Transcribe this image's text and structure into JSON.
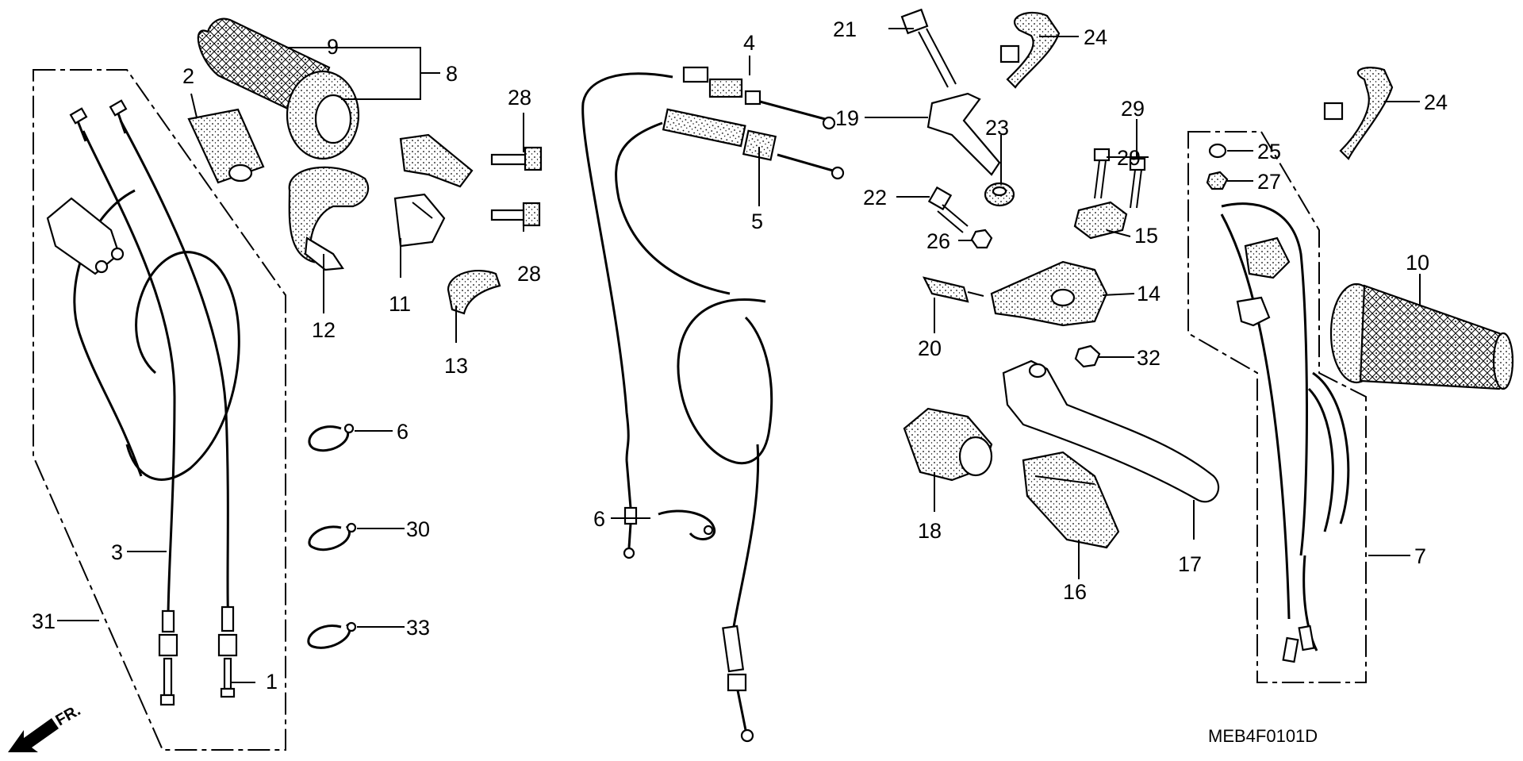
{
  "diagram": {
    "code": "MEB4F0101D",
    "front_mark": "FR.",
    "front_arrow_icon": "front-direction-arrow-icon",
    "accent_color": "#000000",
    "background_color": "#ffffff",
    "callouts": {
      "c1": "1",
      "c2": "2",
      "c3": "3",
      "c4": "4",
      "c5": "5",
      "c6a": "6",
      "c6b": "6",
      "c7": "7",
      "c8": "8",
      "c9": "9",
      "c10": "10",
      "c11": "11",
      "c12": "12",
      "c13": "13",
      "c14": "14",
      "c15": "15",
      "c16": "16",
      "c17": "17",
      "c18": "18",
      "c19": "19",
      "c20": "20",
      "c21": "21",
      "c22": "22",
      "c23": "23",
      "c24a": "24",
      "c24b": "24",
      "c25": "25",
      "c26": "26",
      "c27": "27",
      "c28a": "28",
      "c28b": "28",
      "c29a": "29",
      "c29b": "29",
      "c30": "30",
      "c31": "31",
      "c32": "32",
      "c33": "33"
    }
  }
}
